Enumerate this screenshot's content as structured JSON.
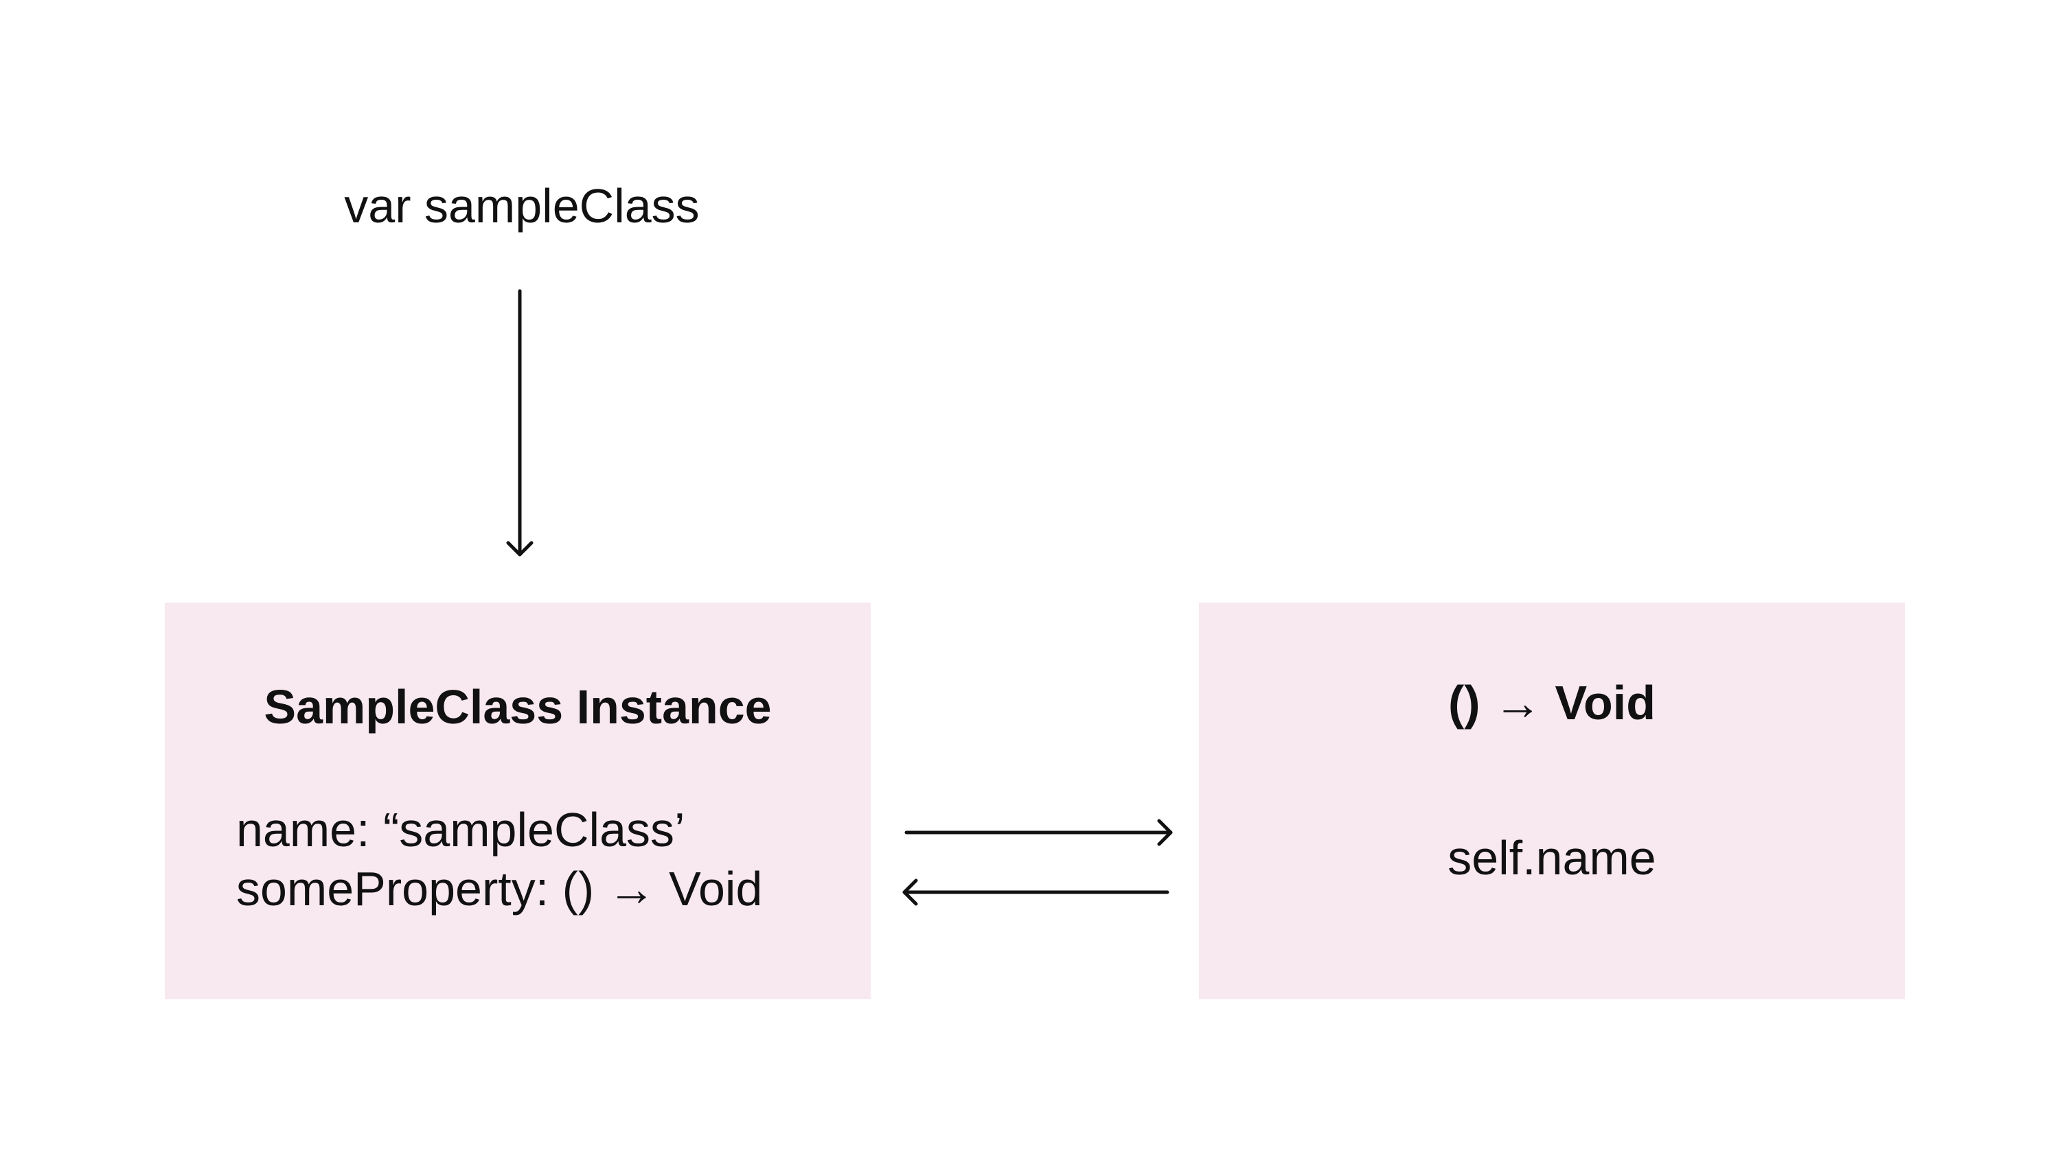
{
  "variable": {
    "label": "var sampleClass"
  },
  "instance_box": {
    "title": "SampleClass Instance",
    "properties": [
      "name: “sampleClass’",
      "someProperty: () → Void"
    ],
    "fill_color": "#f8e8ef"
  },
  "closure_box": {
    "title": "() → Void",
    "body": "self.name",
    "fill_color": "#f8e8ef"
  },
  "connections": [
    {
      "from": "variable",
      "to": "instance_box"
    },
    {
      "from": "instance_box",
      "to": "closure_box"
    },
    {
      "from": "closure_box",
      "to": "instance_box"
    }
  ]
}
